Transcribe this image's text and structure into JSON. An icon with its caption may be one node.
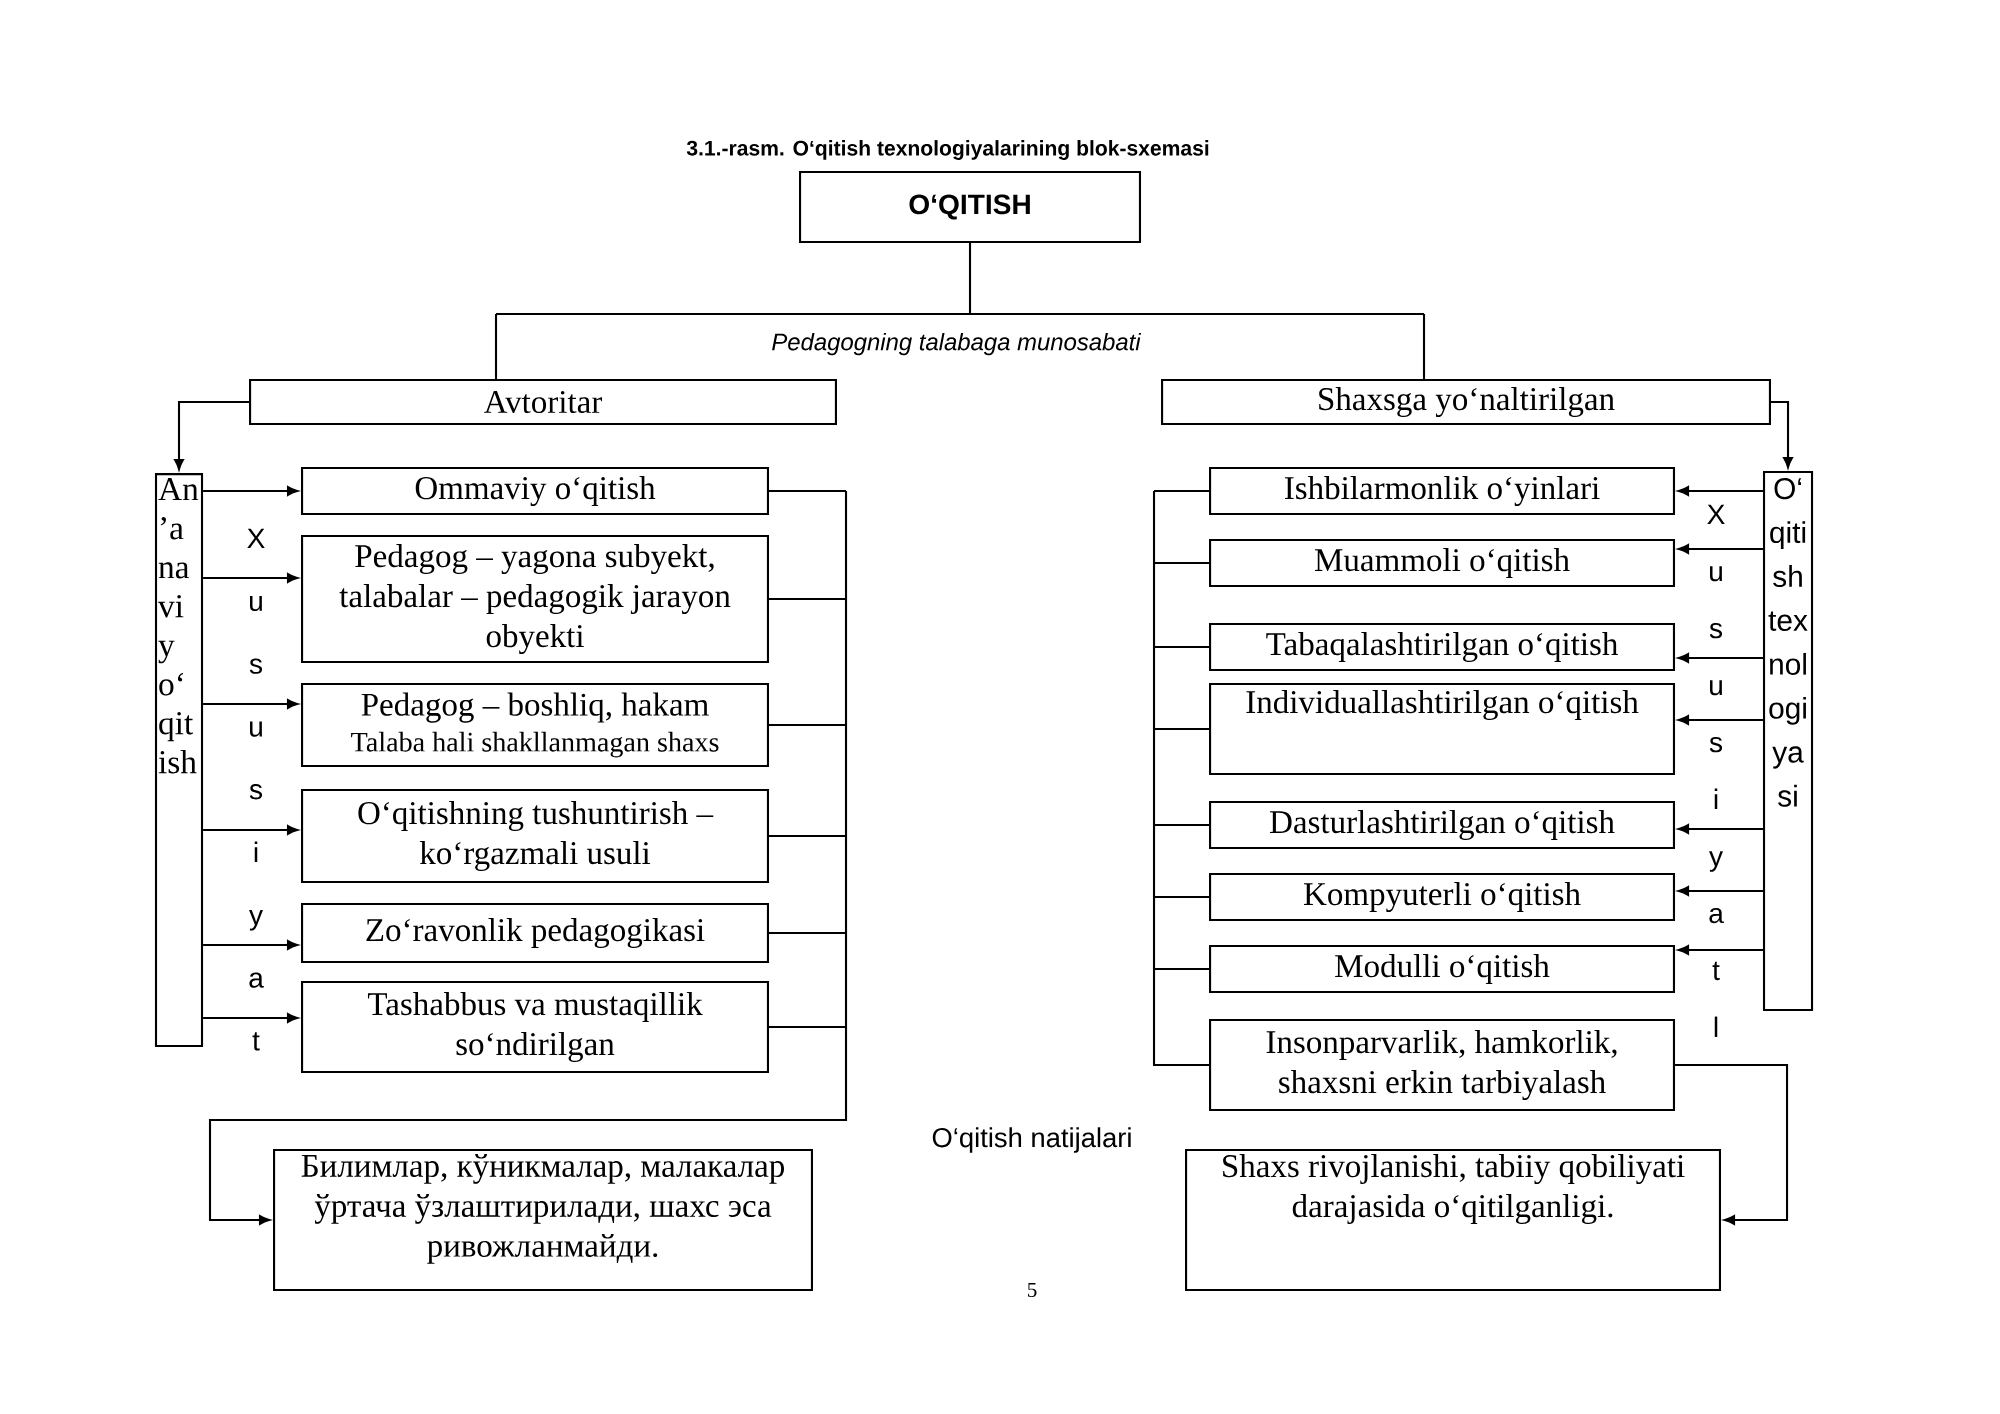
{
  "diagram": {
    "title": "3.1.-rasm. O‘qitish texnologiyalarining blok-sxemasi",
    "nodes": [
      {
        "text": [
          "O‘QITISH"
        ]
      },
      {
        "text": [
          "Avtoritar"
        ]
      },
      {
        "text": [
          "Shaxsga yo‘naltirilgan"
        ]
      },
      {
        "text": [
          "An’anaviy o‘qitish"
        ]
      },
      {
        "text": [
          "Ommaviy o‘qitish"
        ]
      },
      {
        "text": [
          "Pedagog – yagona subyekt, talabalar – pedagogik jarayon obyekti"
        ]
      },
      {
        "text": [
          "Pedagog – boshliq, hakam",
          "Talaba hali shakllanmagan shaxs"
        ]
      },
      {
        "text": [
          "O‘qitishning tushuntirish – ko‘rgazmali usuli"
        ]
      },
      {
        "text": [
          "Zo‘ravonlik pedagogikasi"
        ]
      },
      {
        "text": [
          "Tashabbus va mustaqillik so‘ndirilgan"
        ]
      },
      {
        "text": [
          "Ishbilarmonlik o‘yinlari"
        ]
      },
      {
        "text": [
          "Muammoli o‘qitish"
        ]
      },
      {
        "text": [
          "Tabaqalashtirilgan o‘qitish"
        ]
      },
      {
        "text": [
          "Individuallashtirilgan o‘qitish"
        ]
      },
      {
        "text": [
          "Dasturlashtirilgan o‘qitish"
        ]
      },
      {
        "text": [
          "Kompyuterli o‘qitish"
        ]
      },
      {
        "text": [
          "Modulli o‘qitish"
        ]
      },
      {
        "text": [
          "Insonparvarlik, hamkorlik, shaxsni erkin tarbiyalash"
        ]
      },
      {
        "text": [
          "O‘qitish texnologiyasi"
        ]
      },
      {
        "text": [
          "Билимлар, кўникмалар, малакалар ўртача ўзлаштирилади, шахс эса ривожланмайди."
        ]
      },
      {
        "text": [
          "Shaxs rivojlanishi, tabiiy qobiliyati darajasida o‘qitilganligi."
        ]
      }
    ],
    "edges": [
      {
        "from": 0,
        "to": 1,
        "arrow": "none"
      },
      {
        "from": 0,
        "to": 2,
        "arrow": "none"
      },
      {
        "from": 1,
        "to": 3,
        "arrow": "to"
      },
      {
        "from": 3,
        "to": 4,
        "arrow": "to"
      },
      {
        "from": 3,
        "to": 5,
        "arrow": "to"
      },
      {
        "from": 3,
        "to": 6,
        "arrow": "to"
      },
      {
        "from": 3,
        "to": 7,
        "arrow": "to"
      },
      {
        "from": 3,
        "to": 8,
        "arrow": "to"
      },
      {
        "from": 3,
        "to": 9,
        "arrow": "to"
      },
      {
        "from": 18,
        "to": 10,
        "arrow": "to"
      },
      {
        "from": 18,
        "to": 11,
        "arrow": "to"
      },
      {
        "from": 18,
        "to": 12,
        "arrow": "to"
      },
      {
        "from": 18,
        "to": 13,
        "arrow": "to"
      },
      {
        "from": 18,
        "to": 14,
        "arrow": "to"
      },
      {
        "from": 18,
        "to": 15,
        "arrow": "to"
      },
      {
        "from": 18,
        "to": 16,
        "arrow": "to"
      },
      {
        "from": 2,
        "to": 18,
        "arrow": "to"
      },
      {
        "from": 4,
        "to": 19,
        "arrow": "to"
      },
      {
        "from": 5,
        "to": 19,
        "arrow": "to"
      },
      {
        "from": 6,
        "to": 19,
        "arrow": "to"
      },
      {
        "from": 7,
        "to": 19,
        "arrow": "to"
      },
      {
        "from": 8,
        "to": 19,
        "arrow": "to"
      },
      {
        "from": 9,
        "to": 19,
        "arrow": "to"
      },
      {
        "from": 10,
        "to": 17,
        "arrow": "none"
      },
      {
        "from": 11,
        "to": 17,
        "arrow": "none"
      },
      {
        "from": 12,
        "to": 17,
        "arrow": "none"
      },
      {
        "from": 13,
        "to": 17,
        "arrow": "none"
      },
      {
        "from": 14,
        "to": 17,
        "arrow": "none"
      },
      {
        "from": 15,
        "to": 17,
        "arrow": "none"
      },
      {
        "from": 16,
        "to": 17,
        "arrow": "none"
      },
      {
        "from": 17,
        "to": 20,
        "arrow": "to"
      }
    ],
    "labels": [
      "Pedagogning talabaga munosabati",
      "Xususiyat",
      "Xususiyatl",
      "O‘qitish natijalari",
      "5"
    ]
  }
}
